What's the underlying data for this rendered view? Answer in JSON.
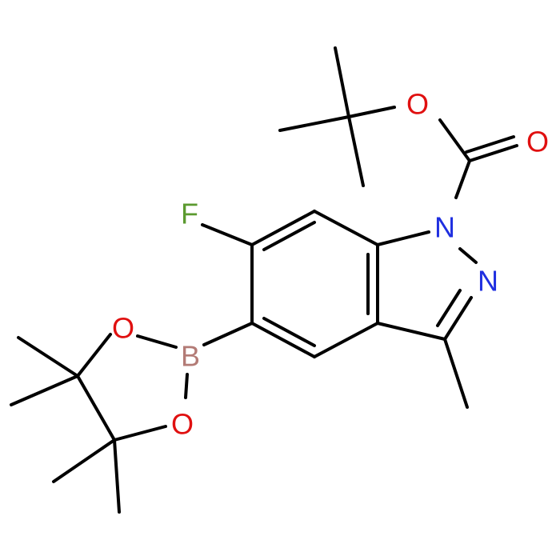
{
  "molecule": {
    "atoms": {
      "fluorine": {
        "symbol": "F",
        "color": "#5b9a2f"
      },
      "nitrogen_1": {
        "symbol": "N",
        "color": "#1f2fe0"
      },
      "nitrogen_2": {
        "symbol": "N",
        "color": "#1f2fe0"
      },
      "oxygen_ester": {
        "symbol": "O",
        "color": "#e01010"
      },
      "oxygen_carbonyl": {
        "symbol": "O",
        "color": "#e01010"
      },
      "boron": {
        "symbol": "B",
        "color": "#b37b76"
      },
      "oxygen_boronate_top": {
        "symbol": "O",
        "color": "#e01010"
      },
      "oxygen_boronate_bottom": {
        "symbol": "O",
        "color": "#e01010"
      }
    },
    "bond_color": "#000000"
  }
}
